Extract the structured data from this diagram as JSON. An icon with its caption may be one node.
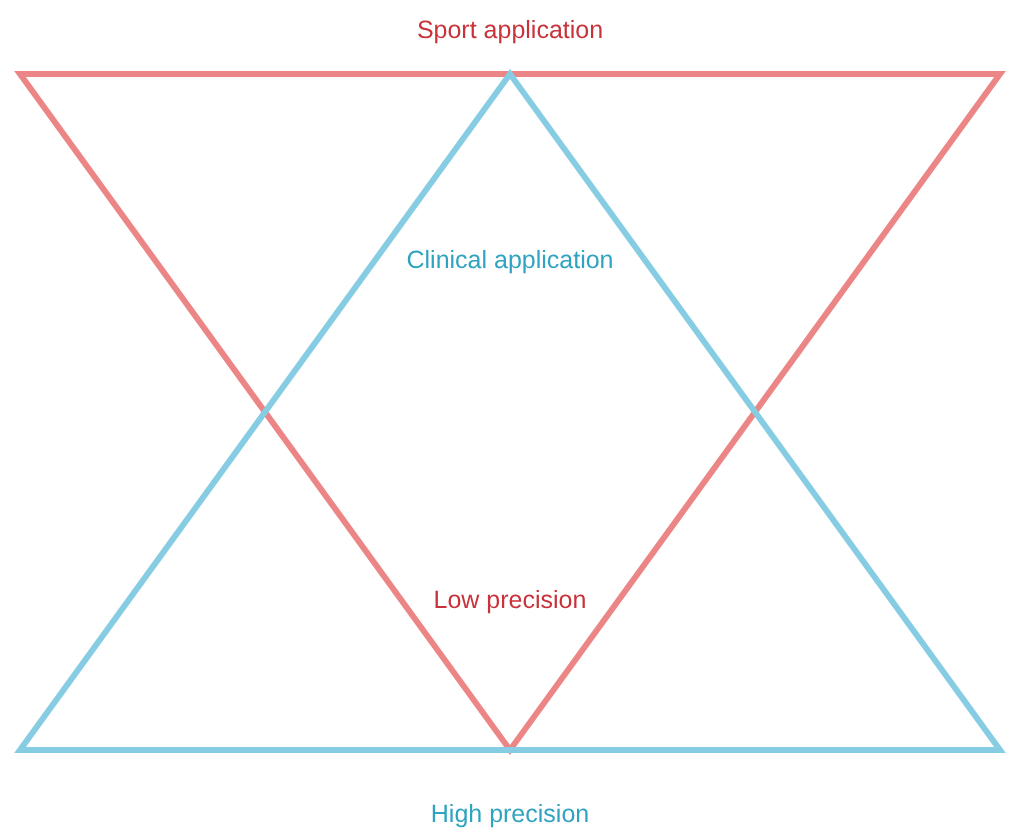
{
  "diagram": {
    "nodes": [
      {
        "text": [
          "Sport application",
          "Low precision"
        ]
      },
      {
        "text": [
          "Clinical application",
          "High precision"
        ]
      }
    ]
  }
}
